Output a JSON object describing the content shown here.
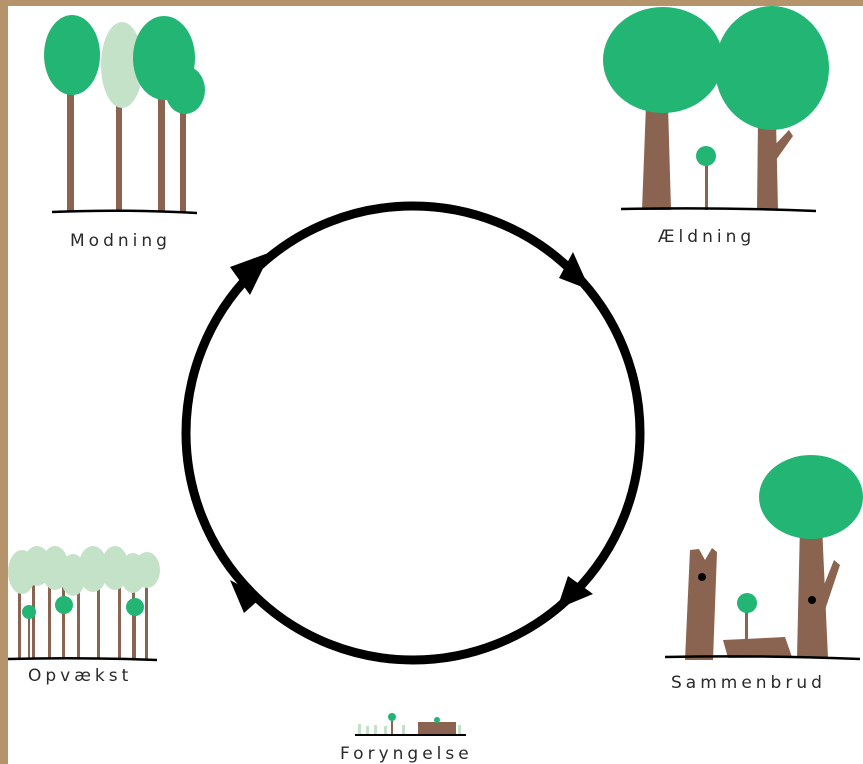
{
  "stages": [
    {
      "id": "modning",
      "label": "Modning"
    },
    {
      "id": "aeldning",
      "label": "Ældning"
    },
    {
      "id": "sammenbrud",
      "label": "Sammenbrud"
    },
    {
      "id": "foryngelse",
      "label": "Foryngelse"
    },
    {
      "id": "opvaekst",
      "label": "Opvækst"
    }
  ],
  "colors": {
    "frame": "#b5946b",
    "canopy": "#22b573",
    "canopy_young": "#c4e2c8",
    "trunk": "#8a6451",
    "cycle": "#000000"
  }
}
